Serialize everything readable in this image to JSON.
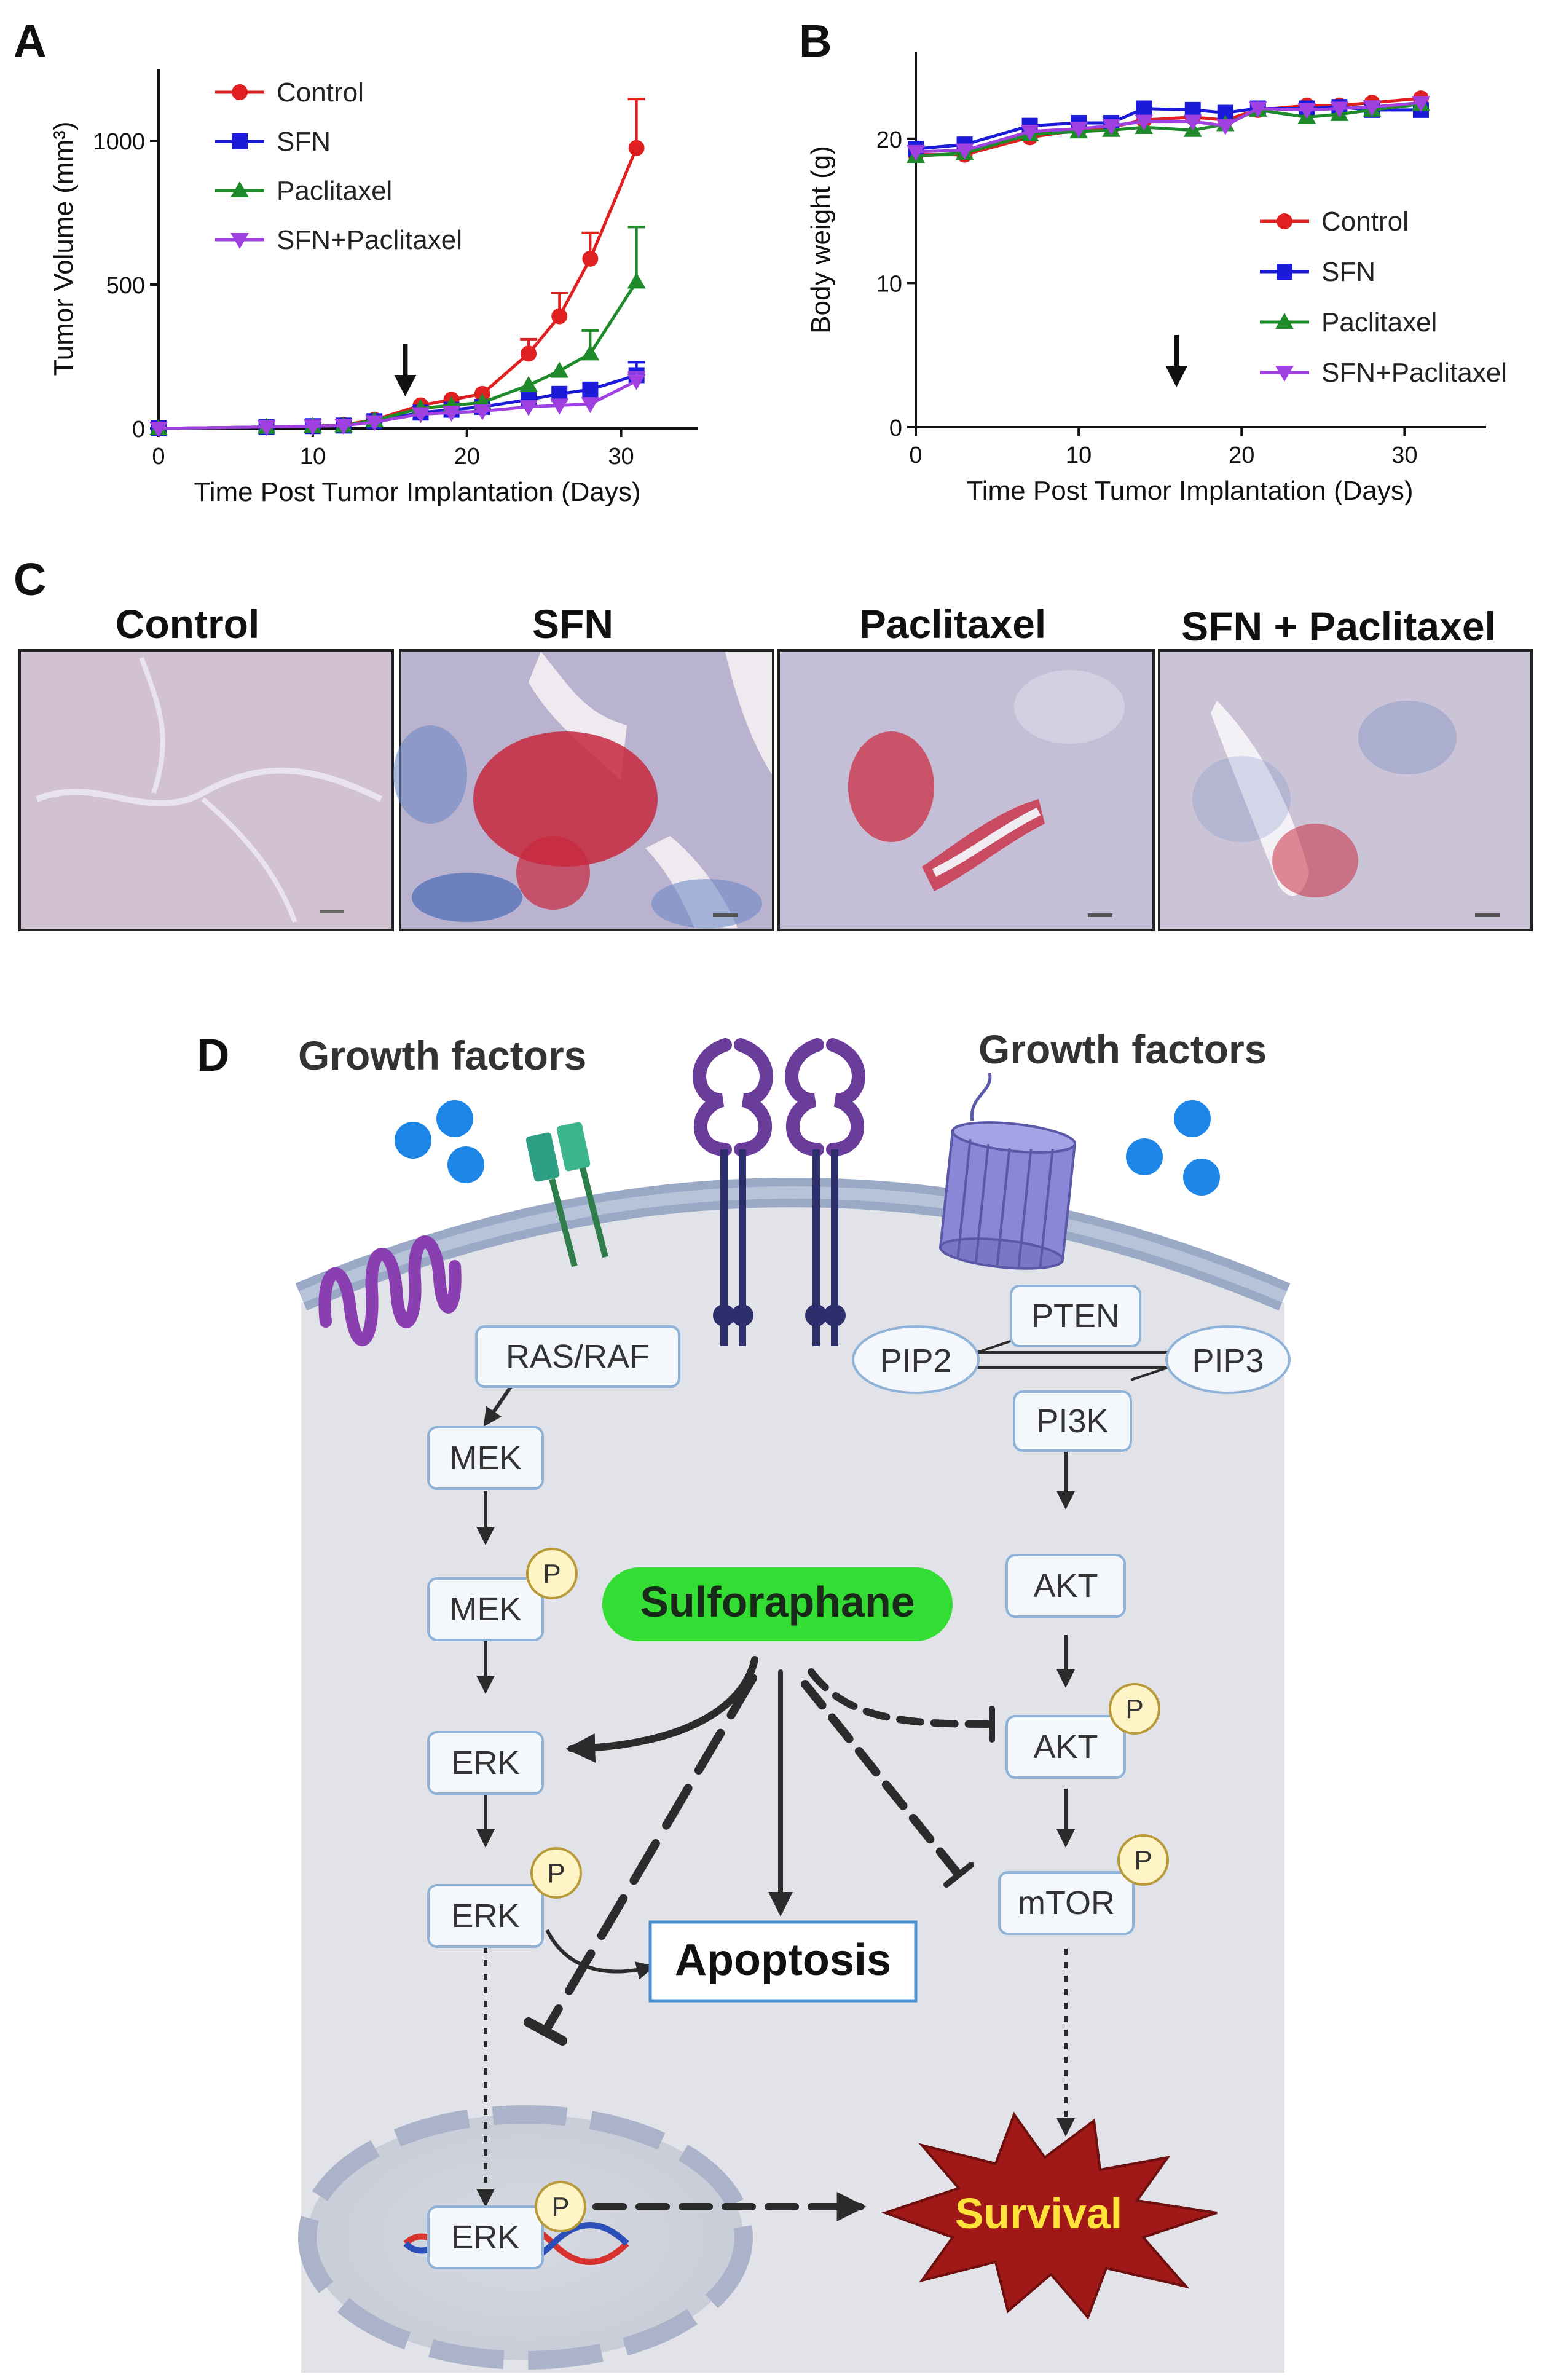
{
  "panels": {
    "a": "A",
    "b": "B",
    "c": "C",
    "d": "D"
  },
  "chart_data": [
    {
      "type": "line",
      "panel": "A",
      "xlabel": "Time  Post Tumor  Implantation  (Days)",
      "ylabel": "Tumor  Volume (mm³)",
      "xlim": [
        0,
        35
      ],
      "ylim": [
        0,
        1250
      ],
      "xticks": [
        0,
        10,
        20,
        30
      ],
      "yticks": [
        0,
        500,
        1000
      ],
      "treatment_start_day": 16,
      "legend_position": "top-left",
      "series": [
        {
          "name": "Control",
          "color": "#e02020",
          "marker": "circle",
          "x": [
            0,
            7,
            10,
            12,
            14,
            17,
            19,
            21,
            24,
            26,
            28,
            31
          ],
          "y": [
            0,
            5,
            8,
            12,
            30,
            80,
            100,
            120,
            260,
            390,
            590,
            975
          ],
          "err": [
            0,
            0,
            0,
            0,
            0,
            0,
            0,
            0,
            50,
            80,
            90,
            170
          ]
        },
        {
          "name": "SFN",
          "color": "#1a1ad8",
          "marker": "square",
          "x": [
            0,
            7,
            10,
            12,
            14,
            17,
            19,
            21,
            24,
            26,
            28,
            31
          ],
          "y": [
            0,
            5,
            8,
            10,
            25,
            55,
            65,
            75,
            100,
            120,
            135,
            185
          ],
          "err": [
            0,
            0,
            0,
            0,
            0,
            0,
            0,
            0,
            0,
            0,
            0,
            45
          ]
        },
        {
          "name": "Paclitaxel",
          "color": "#1f8a2a",
          "marker": "triangle-up",
          "x": [
            0,
            7,
            10,
            12,
            14,
            17,
            19,
            21,
            24,
            26,
            28,
            31
          ],
          "y": [
            0,
            5,
            8,
            10,
            28,
            70,
            80,
            90,
            150,
            200,
            260,
            510
          ],
          "err": [
            0,
            0,
            0,
            0,
            0,
            0,
            0,
            0,
            0,
            0,
            80,
            190
          ]
        },
        {
          "name": "SFN+Paclitaxel",
          "color": "#a040e0",
          "marker": "triangle-down",
          "x": [
            0,
            7,
            10,
            12,
            14,
            17,
            19,
            21,
            24,
            26,
            28,
            31
          ],
          "y": [
            0,
            5,
            8,
            10,
            22,
            50,
            55,
            60,
            75,
            80,
            85,
            165
          ],
          "err": [
            0,
            0,
            0,
            0,
            0,
            0,
            0,
            0,
            0,
            0,
            0,
            30
          ]
        }
      ]
    },
    {
      "type": "line",
      "panel": "B",
      "xlabel": "Time  Post Tumor  Implantation  (Days)",
      "ylabel": "Body weight (g)",
      "xlim": [
        0,
        35
      ],
      "ylim": [
        0,
        26
      ],
      "xticks": [
        0,
        10,
        20,
        30
      ],
      "yticks": [
        0,
        10,
        20
      ],
      "treatment_start_day": 16,
      "legend_position": "bottom-right",
      "series": [
        {
          "name": "Control",
          "color": "#e02020",
          "marker": "circle",
          "x": [
            0,
            3,
            7,
            10,
            12,
            14,
            17,
            19,
            21,
            24,
            26,
            28,
            31
          ],
          "y": [
            18.9,
            18.9,
            20.1,
            20.6,
            20.8,
            21.3,
            21.5,
            21.3,
            22.0,
            22.3,
            22.3,
            22.5,
            22.8
          ]
        },
        {
          "name": "SFN",
          "color": "#1a1ad8",
          "marker": "square",
          "x": [
            0,
            3,
            7,
            10,
            12,
            14,
            17,
            19,
            21,
            24,
            26,
            28,
            31
          ],
          "y": [
            19.3,
            19.6,
            20.9,
            21.1,
            21.1,
            22.1,
            22.0,
            21.8,
            22.1,
            22.1,
            22.2,
            22.0,
            22.0
          ]
        },
        {
          "name": "Paclitaxel",
          "color": "#1f8a2a",
          "marker": "triangle-up",
          "x": [
            0,
            3,
            7,
            10,
            12,
            14,
            17,
            19,
            21,
            24,
            26,
            28,
            31
          ],
          "y": [
            18.8,
            19.0,
            20.3,
            20.5,
            20.6,
            20.8,
            20.6,
            21.0,
            22.0,
            21.5,
            21.7,
            22.0,
            22.4
          ]
        },
        {
          "name": "SFN+Paclitaxel",
          "color": "#a040e0",
          "marker": "triangle-down",
          "x": [
            0,
            3,
            7,
            10,
            12,
            14,
            17,
            19,
            21,
            24,
            26,
            28,
            31
          ],
          "y": [
            19.1,
            19.2,
            20.5,
            20.7,
            20.9,
            21.2,
            21.2,
            20.9,
            22.1,
            22.0,
            22.1,
            22.2,
            22.5
          ]
        }
      ]
    }
  ],
  "histology": {
    "titles": [
      "Control",
      "SFN",
      "Paclitaxel",
      "SFN + Paclitaxel"
    ]
  },
  "pathway": {
    "growth_factors_left": "Growth factors",
    "growth_factors_right": "Growth factors",
    "ras_raf": "RAS/RAF",
    "mek": "MEK",
    "mek_p": "MEK",
    "erk": "ERK",
    "erk_p": "ERK",
    "erk_nucleus": "ERK",
    "pten": "PTEN",
    "pip2": "PIP2",
    "pip3": "PIP3",
    "pi3k": "PI3K",
    "akt": "AKT",
    "akt_p": "AKT",
    "mtor": "mTOR",
    "phospho": "P",
    "sulforaphane": "Sulforaphane",
    "apoptosis": "Apoptosis",
    "survival": "Survival",
    "colors": {
      "sulforaphane": "#33dd33",
      "survival_burst": "#a01818",
      "survival_text": "#ffe23a",
      "membrane": "#9aaac6",
      "cell": "#e2e3e8",
      "growth_factor": "#1e86e6",
      "box_border": "#8fb2d8",
      "phospho_fill": "#fff4c6",
      "phospho_border": "#b89a3a"
    }
  }
}
